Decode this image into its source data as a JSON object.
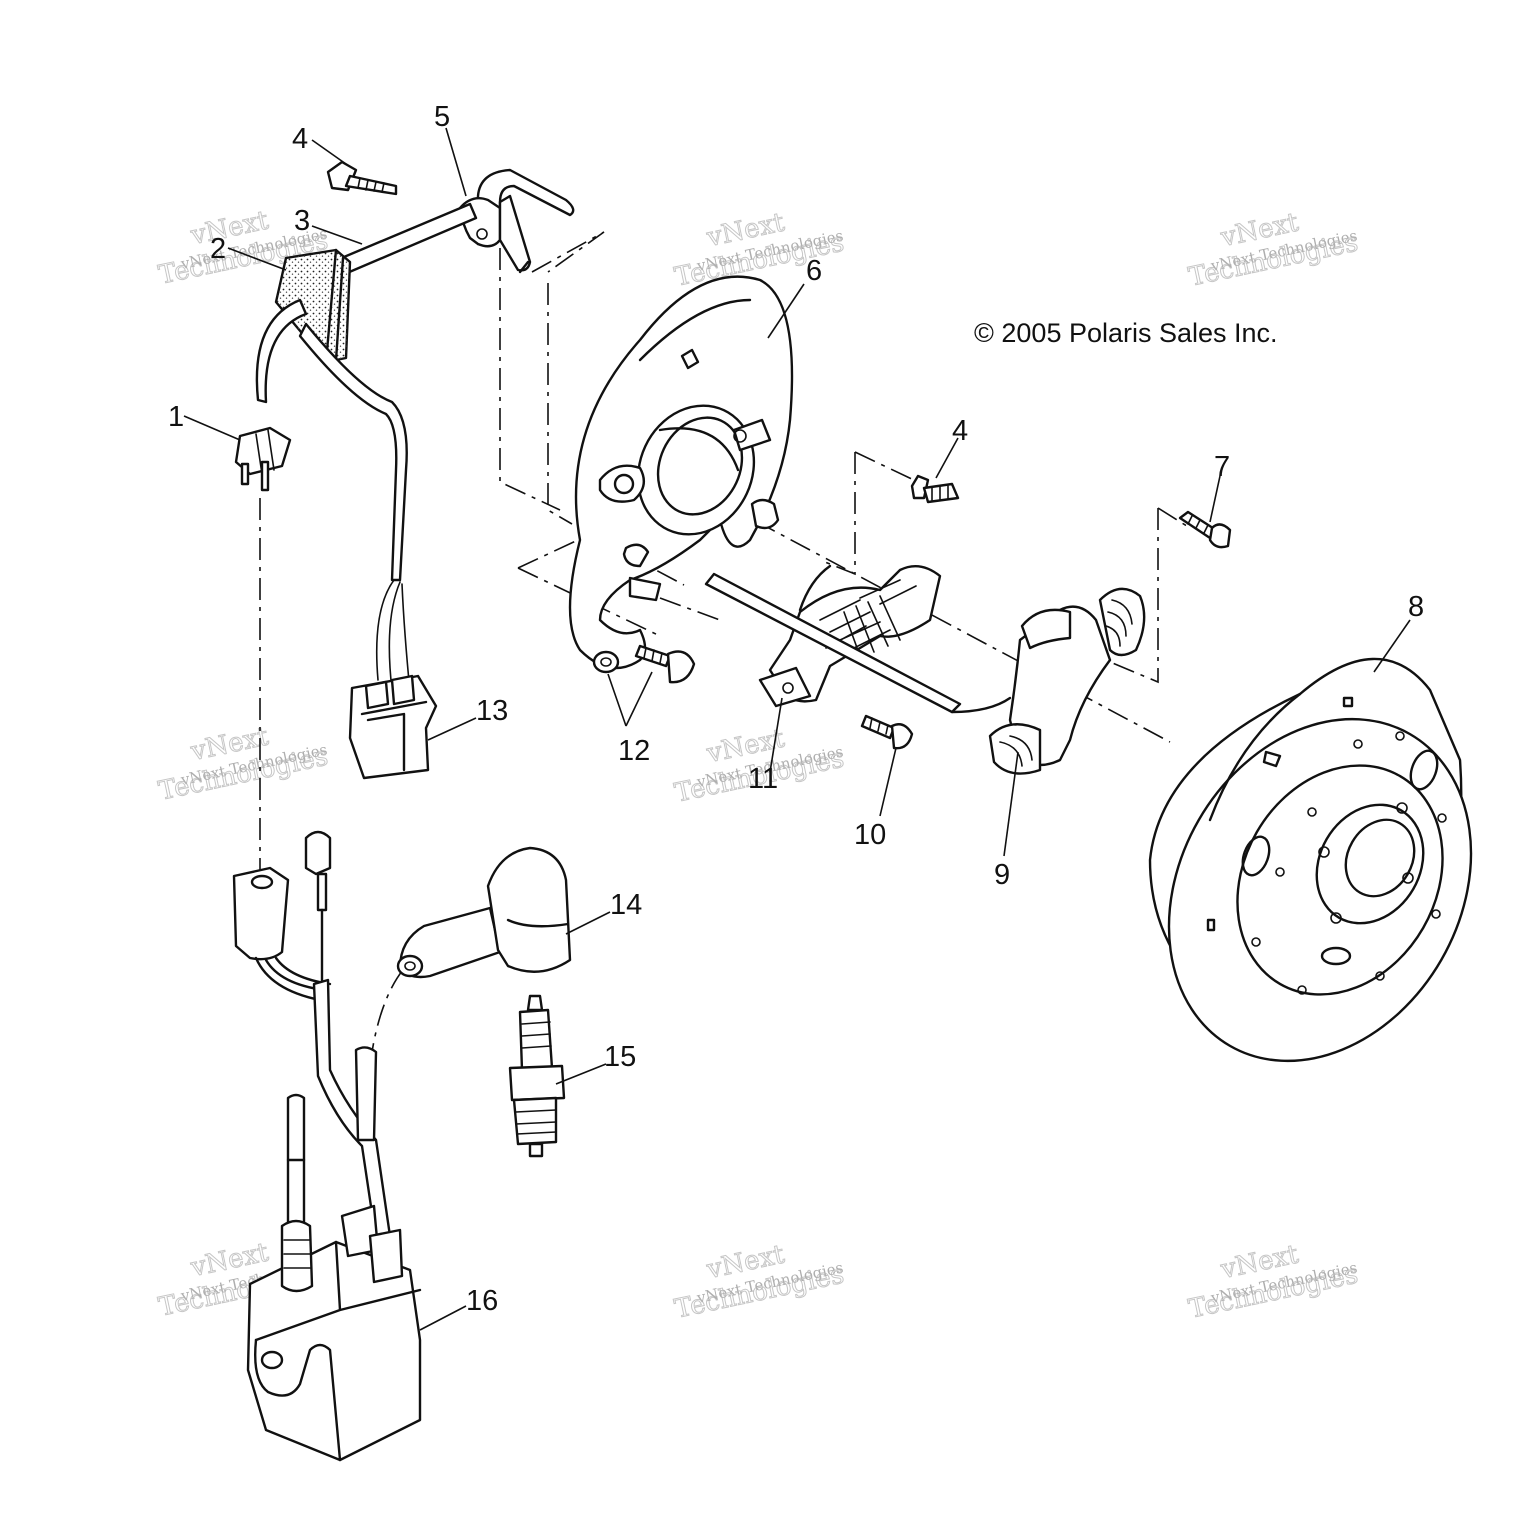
{
  "copyright": "© 2005 Polaris Sales Inc.",
  "watermark": {
    "line_small": "vNext Technologies",
    "line_large_1": "vNext",
    "line_large_2": "Technologies"
  },
  "callouts": [
    {
      "id": "1",
      "label": "1"
    },
    {
      "id": "2",
      "label": "2"
    },
    {
      "id": "3",
      "label": "3"
    },
    {
      "id": "4a",
      "label": "4"
    },
    {
      "id": "4b",
      "label": "4"
    },
    {
      "id": "5",
      "label": "5"
    },
    {
      "id": "6",
      "label": "6"
    },
    {
      "id": "7",
      "label": "7"
    },
    {
      "id": "8",
      "label": "8"
    },
    {
      "id": "9",
      "label": "9"
    },
    {
      "id": "10",
      "label": "10"
    },
    {
      "id": "11",
      "label": "11"
    },
    {
      "id": "12",
      "label": "12"
    },
    {
      "id": "13",
      "label": "13"
    },
    {
      "id": "14",
      "label": "14"
    },
    {
      "id": "15",
      "label": "15"
    },
    {
      "id": "16",
      "label": "16"
    }
  ]
}
